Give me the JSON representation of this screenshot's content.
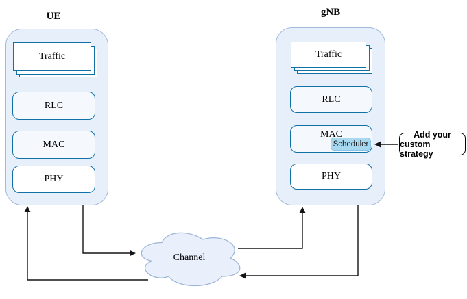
{
  "nodes": {
    "ue": {
      "title": "UE",
      "layers": {
        "traffic": "Traffic",
        "rlc": "RLC",
        "mac": "MAC",
        "phy": "PHY"
      }
    },
    "gnb": {
      "title": "gNB",
      "layers": {
        "traffic": "Traffic",
        "rlc": "RLC",
        "mac": "MAC",
        "phy": "PHY"
      },
      "scheduler": "Scheduler"
    },
    "channel": {
      "label": "Channel"
    }
  },
  "annotation": {
    "line1": "Add your",
    "line2": "custom strategy"
  },
  "colors": {
    "container_fill": "#e7effb",
    "container_border": "#a2bad9",
    "box_border": "#1071a7",
    "box_fill_tint": "#f5f9fd",
    "box_fill": "#ffffff",
    "scheduler_fill": "#a8d8f0",
    "scheduler_border": "#86c5e6",
    "cloud_fill": "#e9f0fb",
    "cloud_border": "#9db6d8",
    "connector": "#141414",
    "text": "#000000"
  }
}
